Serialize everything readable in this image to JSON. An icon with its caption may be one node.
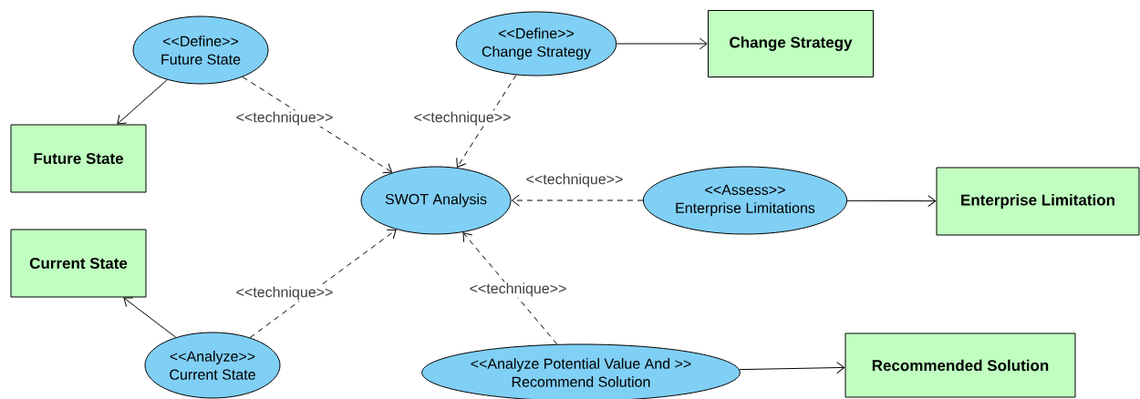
{
  "diagram": {
    "nodes": [
      {
        "text": [
          "<<Define>>",
          "Future State"
        ]
      },
      {
        "text": [
          "<<Define>>",
          "Change Strategy"
        ]
      },
      {
        "text": [
          "Change Strategy"
        ]
      },
      {
        "text": [
          "Future State"
        ]
      },
      {
        "text": [
          "SWOT Analysis"
        ]
      },
      {
        "text": [
          "<<Assess>>",
          "Enterprise Limitations"
        ]
      },
      {
        "text": [
          "Enterprise Limitation"
        ]
      },
      {
        "text": [
          "Current State"
        ]
      },
      {
        "text": [
          "<<Analyze>>",
          "Current State"
        ]
      },
      {
        "text": [
          "<<Analyze Potential Value And >>",
          "Recommend Solution"
        ]
      },
      {
        "text": [
          "Recommended Solution"
        ]
      }
    ],
    "edges": [
      {
        "from": 0,
        "to": 3,
        "arrow": "to"
      },
      {
        "from": 0,
        "to": 4,
        "arrow": "to",
        "style": "dashed",
        "label": "<<technique>>"
      },
      {
        "from": 1,
        "to": 2,
        "arrow": "to"
      },
      {
        "from": 1,
        "to": 4,
        "arrow": "to",
        "style": "dashed",
        "label": "<<technique>>"
      },
      {
        "from": 5,
        "to": 4,
        "arrow": "to",
        "style": "dashed",
        "label": "<<technique>>"
      },
      {
        "from": 5,
        "to": 6,
        "arrow": "to"
      },
      {
        "from": 8,
        "to": 7,
        "arrow": "to"
      },
      {
        "from": 8,
        "to": 4,
        "arrow": "to",
        "style": "dashed",
        "label": "<<technique>>"
      },
      {
        "from": 9,
        "to": 4,
        "arrow": "to",
        "style": "dashed",
        "label": "<<technique>>"
      },
      {
        "from": 9,
        "to": 10,
        "arrow": "to"
      }
    ]
  }
}
